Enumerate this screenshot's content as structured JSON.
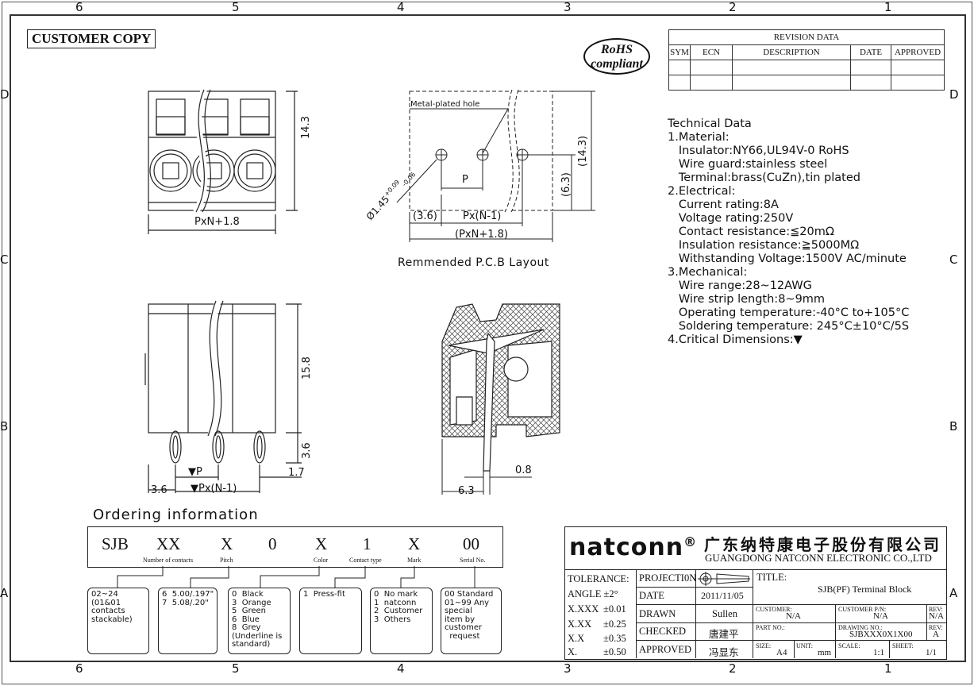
{
  "zones": {
    "cols": [
      "6",
      "5",
      "4",
      "3",
      "2",
      "1"
    ],
    "rows": [
      "D",
      "C",
      "B",
      "A"
    ]
  },
  "stamp": "CUSTOMER COPY",
  "rohs": {
    "line1": "RoHS",
    "line2": "compliant"
  },
  "revision": {
    "title": "REVISION DATA",
    "headers": [
      "SYM",
      "ECN",
      "DESCRIPTION",
      "DATE",
      "APPROVED"
    ]
  },
  "technical": {
    "title": "Technical Data",
    "lines": [
      "1.Material:",
      "   Insulator:NY66,UL94V-0 RoHS",
      "   Wire guard:stainless steel",
      "   Terminal:brass(CuZn),tin plated",
      "2.Electrical:",
      "   Current rating:8A",
      "   Voltage rating:250V",
      "   Contact resistance:≦20mΩ",
      "   Insulation resistance:≧5000MΩ",
      "   Withstanding Voltage:1500V AC/minute",
      "3.Mechanical:",
      "   Wire range:28~12AWG",
      "   Wire strip length:8~9mm",
      "   Operating temperature:-40°C to+105°C",
      "   Soldering temperature: 245°C±10°C/5S",
      "4.Critical Dimensions:▼"
    ]
  },
  "dims": {
    "front_h": "14.3",
    "front_w": "PxN+1.8",
    "pcb_hole_label": "Metal-plated hole",
    "pcb_hole_dia": "Ø1.45",
    "pcb_hole_tol_plus": "+0.09",
    "pcb_hole_tol_minus": "-0.06",
    "pcb_p": "P",
    "pcb_63": "(6.3)",
    "pcb_143": "(14.3)",
    "pcb_36": "(3.6)",
    "pcb_pxn1": "Px(N-1)",
    "pcb_pxn18": "(PxN+1.8)",
    "pcb_caption": "Remmended P.C.B Layout",
    "side_h": "15.8",
    "side_pin": "3.6",
    "side_p": "▼P",
    "side_pxn1": "▼Px(N-1)",
    "side_36": "3.6",
    "side_17": "1.7",
    "sec_08": "0.8",
    "sec_63": "6.3"
  },
  "ordering": {
    "title": "Ordering information",
    "codes": [
      "SJB",
      "XX",
      "X",
      "0",
      "X",
      "1",
      "X",
      "00"
    ],
    "captions": [
      "Number of contacts",
      "Pitch",
      "Color",
      "Contact type",
      "Mark",
      "Serial No."
    ],
    "options": [
      "02~24\n(01&01\ncontacts\nstackable)",
      "6  5.00/.197\"\n7  5.08/.20\"",
      "0  Black\n3  Orange\n5  Green\n6  Blue\n8  Grey\n(Underline is\nstandard)",
      "1  Press-fit",
      "0  No mark\n1  natconn\n2  Customer\n3  Others",
      "00 Standard\n01~99 Any\nspecial\nitem by\ncustomer\n  request"
    ]
  },
  "titleblock": {
    "logo": "natconn",
    "reg": "®",
    "company_cn": "广东纳特康电子股份有限公司",
    "company_en": "GUANGDONG NATCONN ELECTRONIC CO.,LTD",
    "tolerance": "TOLERANCE:",
    "angle": "ANGLE ±2°",
    "tol_rows": [
      [
        "X.XXX",
        "±0.01"
      ],
      [
        "X.XX",
        "±0.25"
      ],
      [
        "X.X",
        "±0.35"
      ],
      [
        "X.",
        "±0.50"
      ]
    ],
    "projection": "PROJECTI0N",
    "date_label": "DATE",
    "date": "2011/11/05",
    "drawn_label": "DRAWN",
    "drawn": "Sullen",
    "checked_label": "CHECKED",
    "checked": "唐建平",
    "approved_label": "APPROVED",
    "approved": "冯显东",
    "title_label": "TITLE:",
    "title": "SJB(PF)  Terminal Block",
    "customer_label": "CUSTOMER:",
    "customer": "N/A",
    "customer_pn_label": "CUSTOMER P/N:",
    "customer_pn": "N/A",
    "rev_label": "REV:",
    "rev1": "N/A",
    "part_label": "PART NO.:",
    "drawing_label": "DRAWING NO.:",
    "drawing": "SJBXXX0X1X00",
    "rev2": "A",
    "size_label": "SIZE:",
    "size": "A4",
    "unit_label": "UNIT:",
    "unit": "mm",
    "scale_label": "SCALE:",
    "scale": "1:1",
    "sheet_label": "SHEET:",
    "sheet": "1/1"
  }
}
